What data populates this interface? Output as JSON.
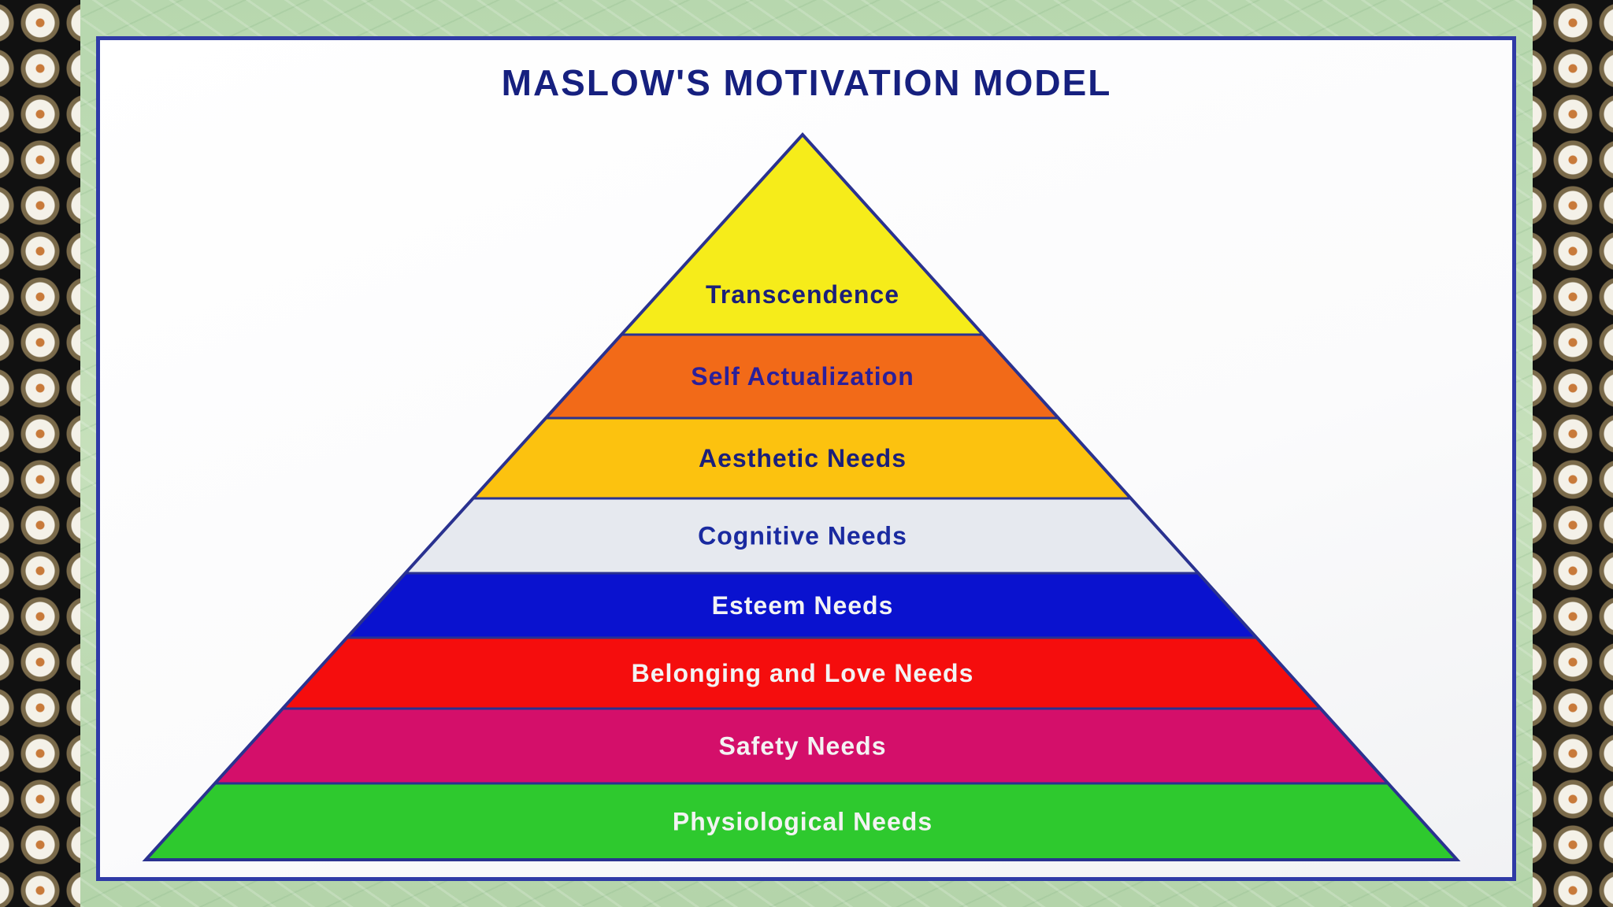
{
  "slide": {
    "title": "MASLOW'S MOTIVATION MODEL"
  },
  "pyramid": {
    "tiers": [
      {
        "label": "Transcendence",
        "fill": "#f6ec1a",
        "text_color": "#1b1f7a"
      },
      {
        "label": "Self Actualization",
        "fill": "#f26a18",
        "text_color": "#2a1f9a"
      },
      {
        "label": "Aesthetic Needs",
        "fill": "#fcc20f",
        "text_color": "#1b1f7a"
      },
      {
        "label": "Cognitive Needs",
        "fill": "#e6e9ef",
        "text_color": "#1a2aa0"
      },
      {
        "label": "Esteem Needs",
        "fill": "#0a12cf",
        "text_color": "#f3f3f3"
      },
      {
        "label": "Belonging and Love Needs",
        "fill": "#f50d0d",
        "text_color": "#f3f3f3"
      },
      {
        "label": "Safety Needs",
        "fill": "#d40f6a",
        "text_color": "#f3f3f3"
      },
      {
        "label": "Physiological Needs",
        "fill": "#2ec92e",
        "text_color": "#f3f3f3"
      }
    ],
    "outline_color": "#2a3290"
  },
  "colors": {
    "panel_border": "#2f3aa6",
    "title": "#16207f"
  }
}
